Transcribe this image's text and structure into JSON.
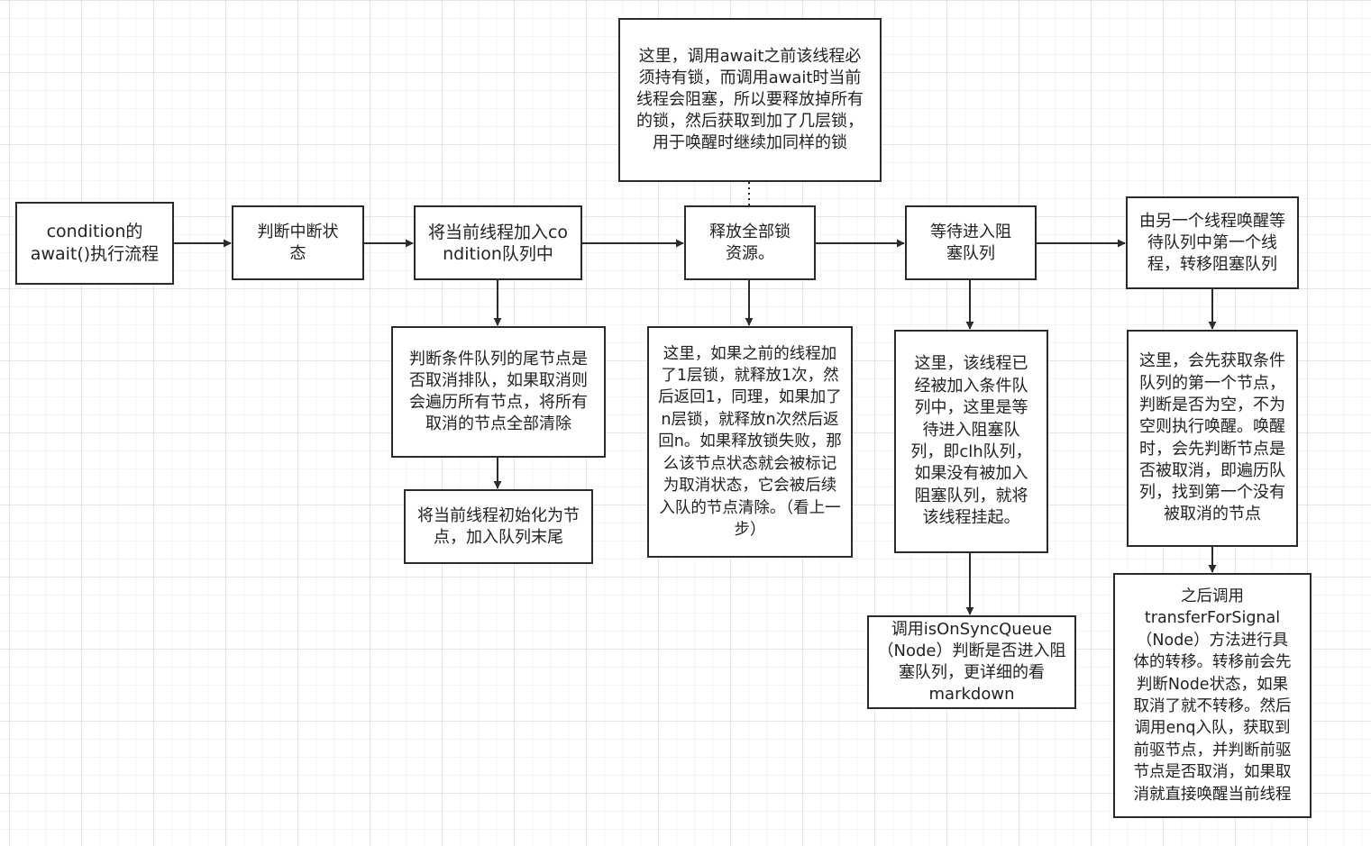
{
  "nodes": {
    "start": "condition的await()执行流程",
    "interrupt": "判断中断状态",
    "enqueue": "将当前线程加入condition队列中",
    "release": "释放全部锁资源。",
    "wait_block": "等待进入阻塞队列",
    "wake": "由另一个线程唤醒等待队列中第一个线程，转移阻塞队列",
    "check_tail": "判断条件队列的尾节点是否取消排队，如果取消则会遍历所有节点，将所有取消的节点全部清除",
    "init_node": "将当前线程初始化为节点，加入队列末尾",
    "note_lock": "这里，调用await之前该线程必须持有锁，而调用await时当前线程会阻塞，所以要释放掉所有的锁，然后获取到加了几层锁，用于唤醒时继续加同样的锁",
    "release_detail": "这里，如果之前的线程加了1层锁，就释放1次，然后返回1，同理，如果加了n层锁，就释放n次然后返回n。如果释放锁失败，那么该节点状态就会被标记为取消状态，它会被后续入队的节点清除。（看上一步）",
    "wait_detail": "这里，该线程已经被加入条件队列中，这里是等待进入阻塞队列，即clh队列，如果没有被加入阻塞队列，就将该线程挂起。",
    "sync_check": "调用isOnSyncQueue（Node）判断是否进入阻塞队列，更详细的看markdown",
    "wake_detail": "这里，会先获取条件队列的第一个节点，判断是否为空，不为空则执行唤醒。唤醒时，会先判断节点是否被取消，即遍历队列，找到第一个没有被取消的节点",
    "transfer_detail": "之后调用transferForSignal（Node）方法进行具体的转移。转移前会先判断Node状态，如果取消了就不转移。然后调用enq入队，获取到前驱节点，并判断前驱节点是否取消，如果取消就直接唤醒当前线程"
  },
  "colors": {
    "stroke": "#2b2b2b",
    "text": "#222222",
    "grid": "#e4e4e4"
  }
}
